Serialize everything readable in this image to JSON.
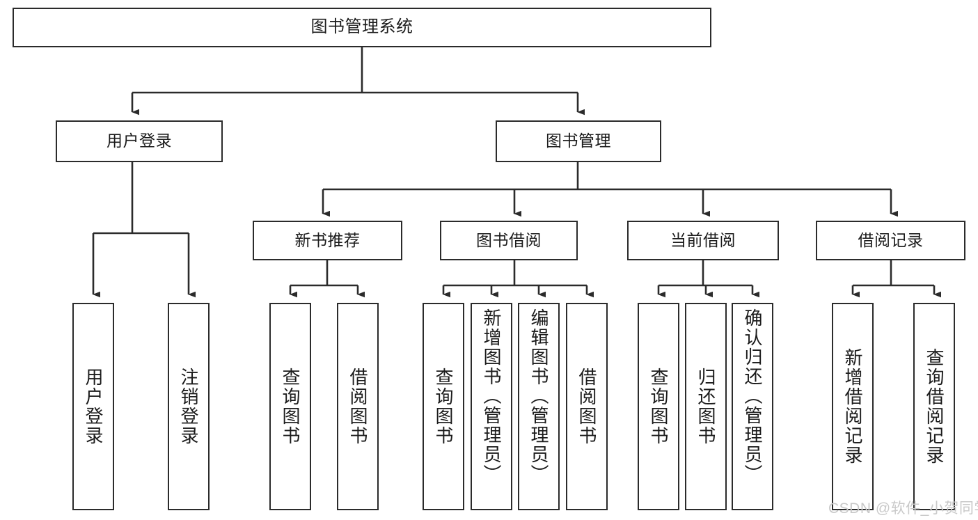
{
  "diagram": {
    "title": "图书管理系统",
    "type": "tree-hierarchy-diagram",
    "watermark": "CSDN @软件_小贺同学",
    "colors": {
      "box_border": "#2b2b2b",
      "box_fill": "#ffffff",
      "edge": "#333333",
      "text": "#1b1b1b",
      "watermark": "#c9c9c9",
      "background": "#ffffff"
    },
    "levels": {
      "root": {
        "label": "图书管理系统"
      },
      "level2": [
        {
          "label": "用户登录"
        },
        {
          "label": "图书管理"
        }
      ],
      "level3": [
        {
          "label": "新书推荐"
        },
        {
          "label": "图书借阅"
        },
        {
          "label": "当前借阅"
        },
        {
          "label": "借阅记录"
        }
      ],
      "leaves": {
        "user_login": [
          {
            "label": "用户登录"
          },
          {
            "label": "注销登录"
          }
        ],
        "new_book_recommend": [
          {
            "label": "查询图书"
          },
          {
            "label": "借阅图书"
          }
        ],
        "book_borrow": [
          {
            "label": "查询图书"
          },
          {
            "label": "新增图书（管理员）"
          },
          {
            "label": "编辑图书（管理员）"
          },
          {
            "label": "借阅图书"
          }
        ],
        "current_borrow": [
          {
            "label": "查询图书"
          },
          {
            "label": "归还图书"
          },
          {
            "label": "确认归还（管理员）"
          }
        ],
        "borrow_record": [
          {
            "label": "新增借阅记录"
          },
          {
            "label": "查询借阅记录"
          }
        ]
      }
    }
  }
}
